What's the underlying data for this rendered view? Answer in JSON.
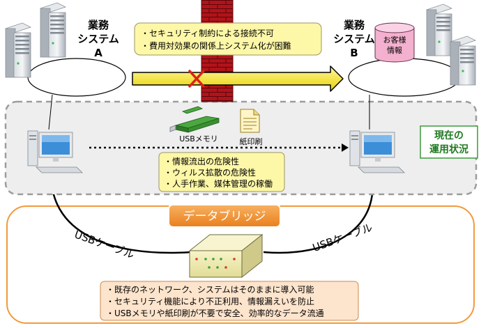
{
  "system_a": {
    "label_lines": [
      "業務",
      "システム",
      "A"
    ]
  },
  "system_b": {
    "label_lines": [
      "業務",
      "システム",
      "B"
    ],
    "db_label_lines": [
      "お客様",
      "情報"
    ]
  },
  "problems_note": {
    "lines": [
      "・セキュリティ制約による接続不可",
      "・費用対効果の関係上システム化が困難"
    ]
  },
  "current_status": {
    "label_lines": [
      "現在の",
      "運用状況"
    ],
    "usb_memory_label": "USBメモリ",
    "paper_print_label": "紙印刷",
    "risks": [
      "・情報流出の危険性",
      "・ウィルス拡散の危険性",
      "・人手作業、媒体管理の稼働"
    ]
  },
  "data_bridge": {
    "title": "データブリッジ",
    "cable_left_label": "USBケーブル",
    "cable_right_label": "USBケーブル",
    "benefits": [
      "・既存のネットワーク、システムはそのままに導入可能",
      "・セキュリティ機能により不正利用、情報漏えいを防止",
      "・USBメモリや紙印刷が不要で安全、効率的なデータ流通"
    ]
  },
  "colors": {
    "firewall_red": "#b0141a",
    "note_yellow": "#fdf7a8",
    "status_green": "#1f7a1f",
    "bridge_orange": "#f29a3c",
    "block_cross": "#e0201c",
    "db_pink": "#f3b0cf"
  }
}
